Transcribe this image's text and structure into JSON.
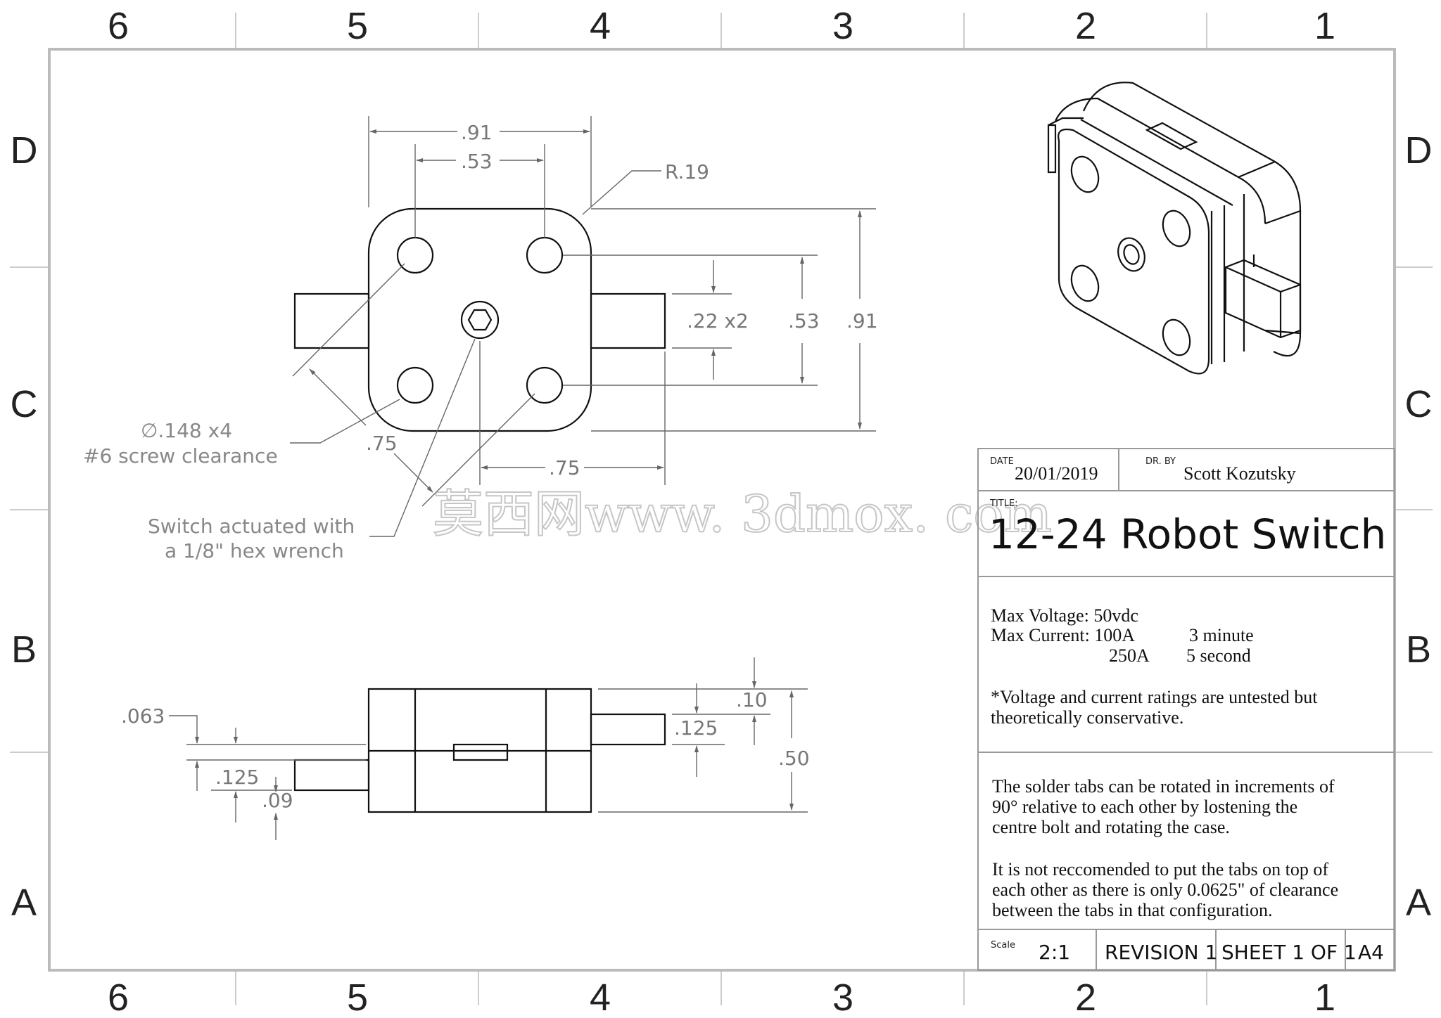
{
  "zones": {
    "columns": [
      "6",
      "5",
      "4",
      "3",
      "2",
      "1"
    ],
    "rows": [
      "D",
      "C",
      "B",
      "A"
    ]
  },
  "front_view": {
    "dims": {
      "width": ".91",
      "hole_spacing_x": ".53",
      "radius": "R.19",
      "tab": ".22 x2",
      "hole_spacing_y": ".53",
      "height": ".91",
      "diag": ".75",
      "tab_offset": ".75"
    },
    "notes": {
      "hole_dia": "∅.148 x4",
      "hole_desc": "#6 screw clearance",
      "switch_line1": "Switch actuated with",
      "switch_line2": "a 1/8\" hex wrench"
    }
  },
  "side_view": {
    "dims": {
      "d_063": ".063",
      "d_125_left": ".125",
      "d_09": ".09",
      "d_10": ".10",
      "d_125_right": ".125",
      "d_50": ".50"
    }
  },
  "watermark": "莫西网www. 3dmox. com",
  "title_block": {
    "date_label": "DATE",
    "date": "20/01/2019",
    "drawn_by_label": "DR. BY",
    "drawn_by": "Scott Kozutsky",
    "title_label": "TITLE:",
    "title": "12-24 Robot Switch",
    "specs": {
      "voltage": "Max Voltage: 50vdc",
      "current_label": "Max Current: 100A",
      "current_1_time": "3 minute",
      "current_2": "250A",
      "current_2_time": "5 second",
      "disclaimer_1": "*Voltage and current ratings are untested but",
      "disclaimer_2": "theoretically conservative."
    },
    "notes": {
      "p1_l1": "The solder tabs can be rotated in increments of",
      "p1_l2": "90° relative to each other by lostening the",
      "p1_l3": "centre bolt and rotating the case.",
      "p2_l1": "It is not reccomended to put the tabs on top of",
      "p2_l2": "each other as there is only 0.0625\" of clearance",
      "p2_l3": "between the tabs in that configuration."
    },
    "scale_label": "Scale",
    "scale": "2:1",
    "revision": "REVISION 1",
    "sheet": "SHEET 1 OF 1",
    "size": "A4"
  }
}
